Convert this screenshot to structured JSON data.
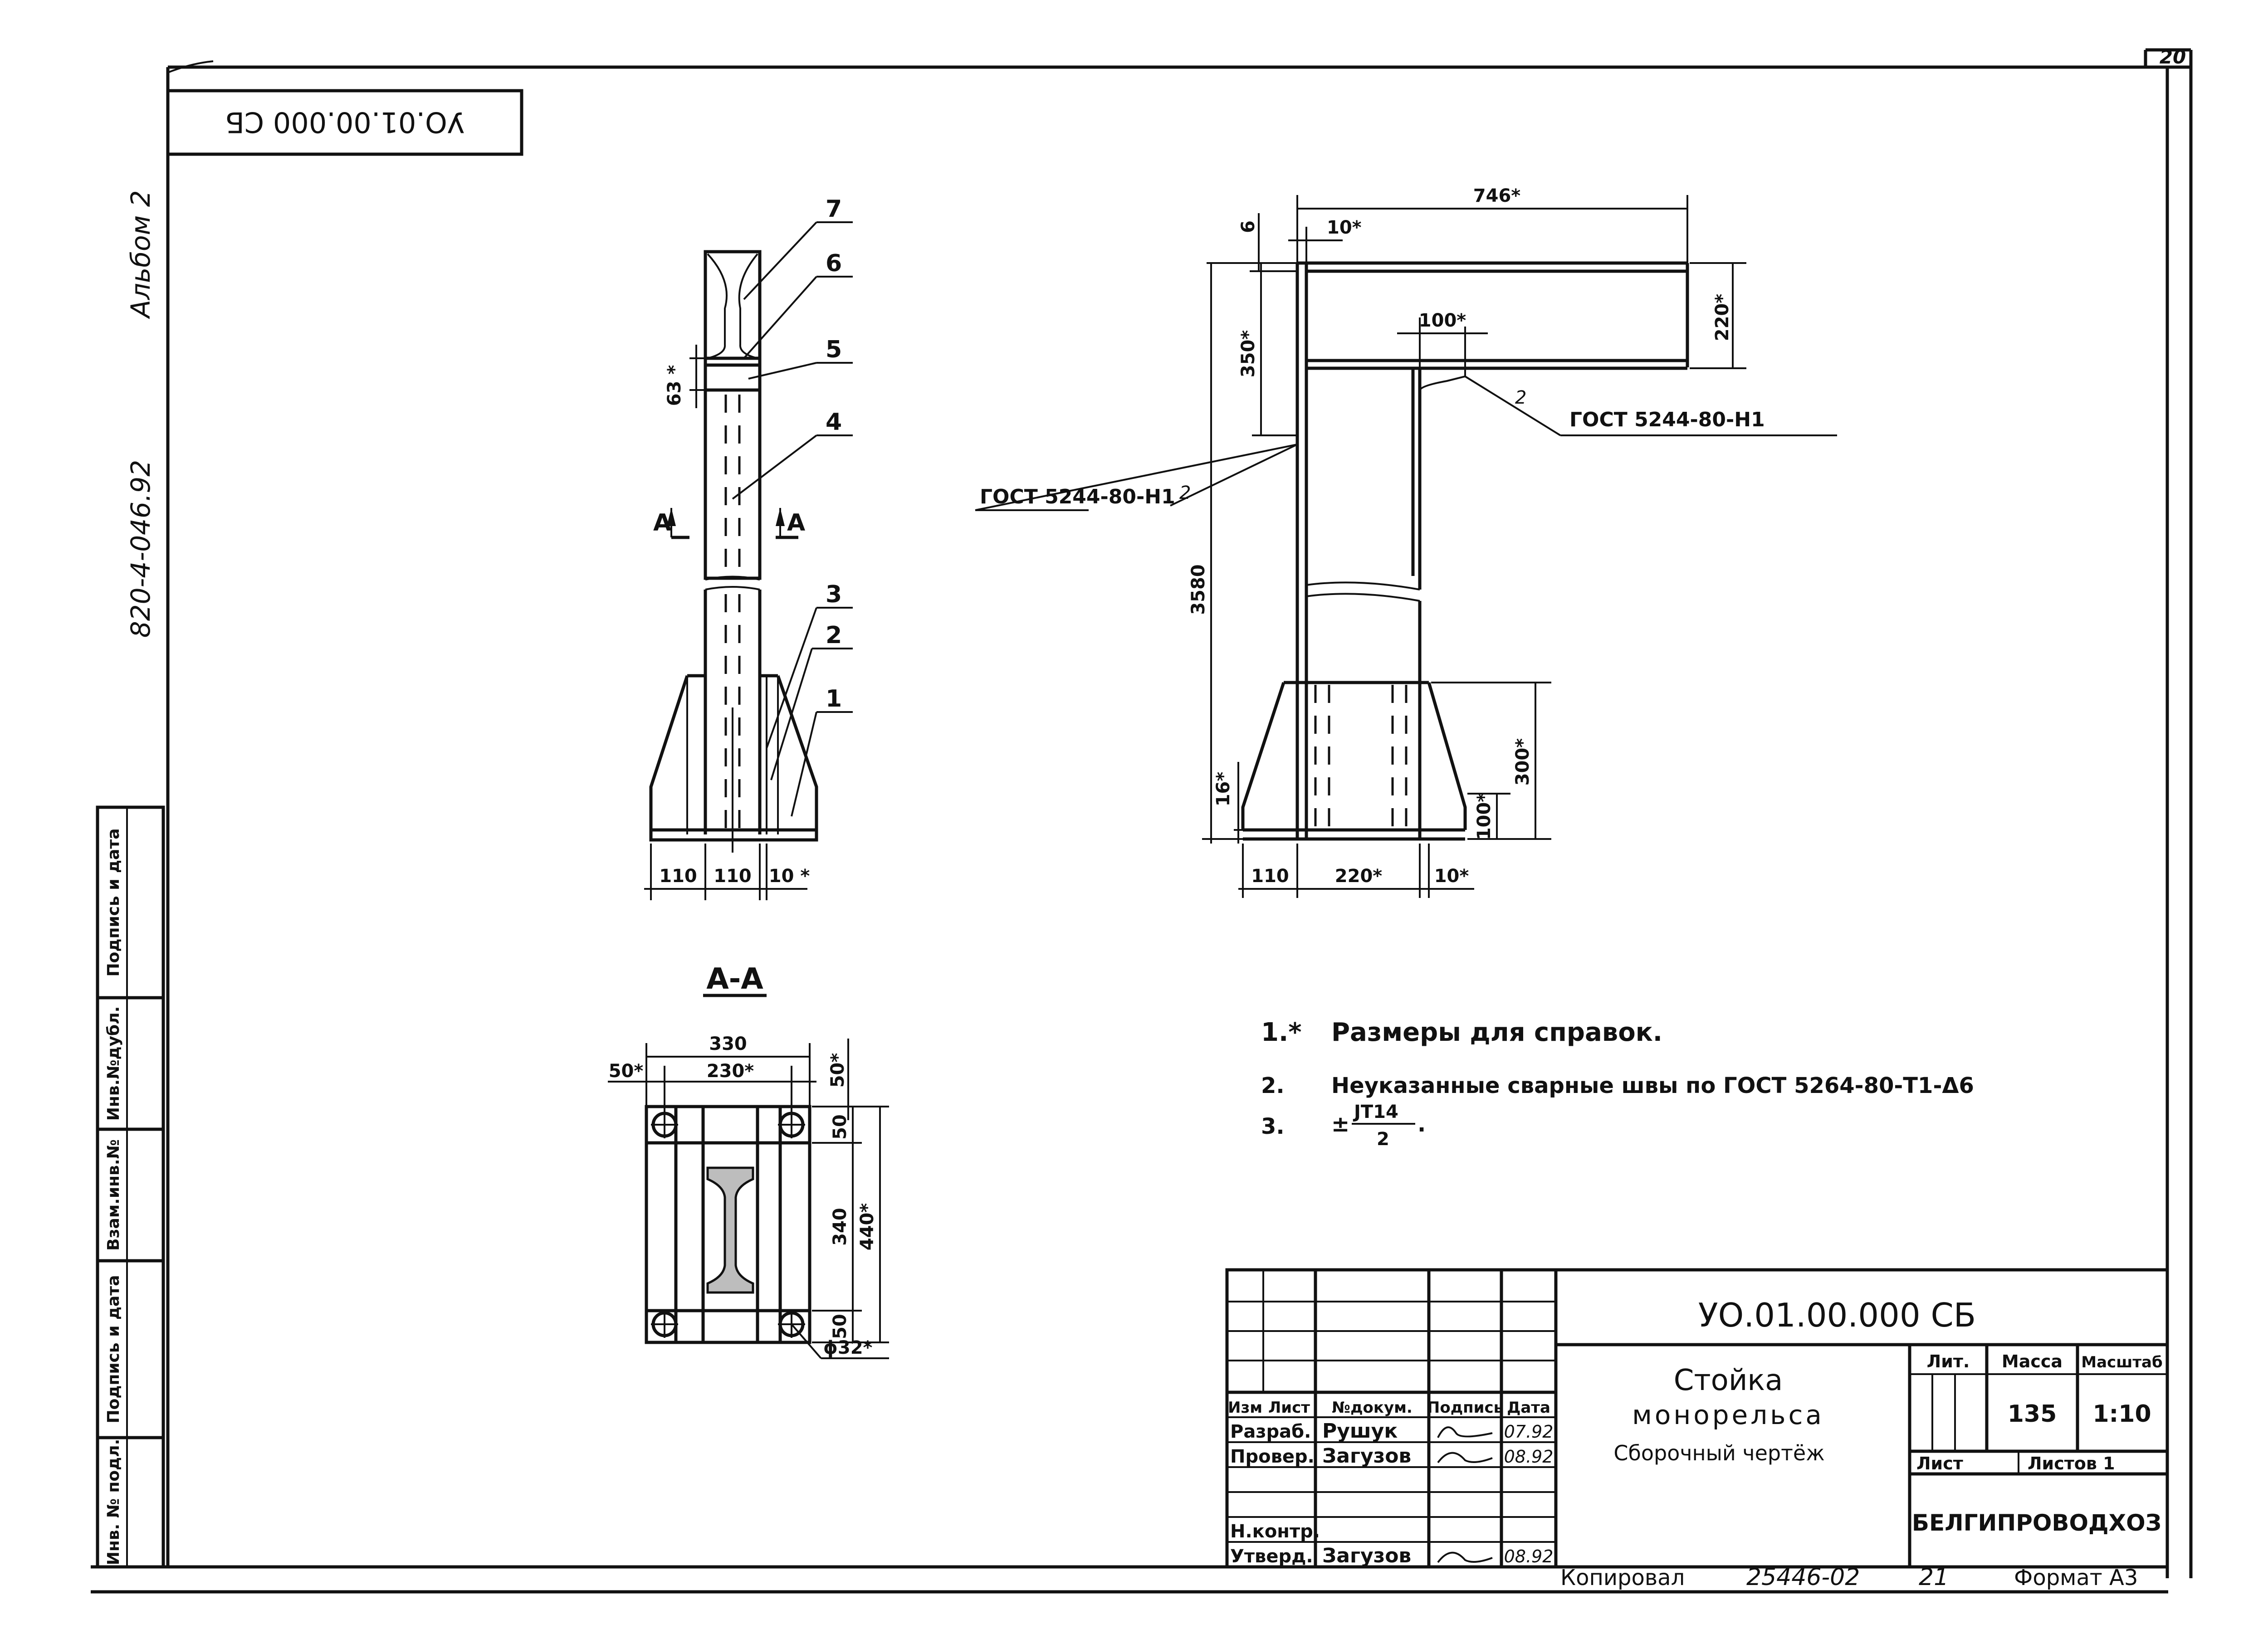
{
  "sheet": {
    "page_number": "20",
    "rotated_designation": "УО.01.00.000 СБ",
    "album": "Альбом 2",
    "series": "820-4-046.92",
    "side_stamp": [
      "Инв. № подл.",
      "Подпись и дата",
      "Взам.инв.№",
      "Инв.№дубл.",
      "Подпись и дата"
    ]
  },
  "views": {
    "front": {
      "positions": [
        "7",
        "6",
        "5",
        "4",
        "3",
        "2",
        "1"
      ],
      "dims": {
        "d63": "63 *",
        "d110a": "110",
        "d110b": "110",
        "d10": "10 *"
      },
      "section_mark": "А"
    },
    "section": {
      "title": "А-А",
      "dims": {
        "d330": "330",
        "d230": "230*",
        "d50l": "50*",
        "d50r": "50*",
        "d50a": "50",
        "d50b": "50",
        "d340": "340",
        "d440": "440*",
        "phi": "ϕ32*"
      }
    },
    "side": {
      "dims": {
        "d746": "746*",
        "d6": "6",
        "d10a": "10*",
        "d220v": "220*",
        "d100h": "100*",
        "d350": "350*",
        "d3580": "3580",
        "d16": "16*",
        "d100v": "100*",
        "d300": "300*",
        "d110": "110",
        "d220h": "220*",
        "d10b": "10*"
      },
      "weld_left": {
        "std": "ГОСТ 5244-80-Н1",
        "num": "2"
      },
      "weld_right": {
        "std": "ГОСТ 5244-80-Н1",
        "num": "2"
      }
    }
  },
  "notes": [
    {
      "num": "1.*",
      "text": "Размеры для справок."
    },
    {
      "num": "2.",
      "text": "Неуказанные сварные швы по ГОСТ 5264-80-Т1-Δ6"
    },
    {
      "num": "3.",
      "prefix": "±",
      "numerator": "JT14",
      "denominator": "2",
      "suffix": "."
    }
  ],
  "title_block": {
    "designation": "УО.01.00.000 СБ",
    "title_line1": "Стойка",
    "title_line2": "монорельса",
    "title_line3": "Сборочный чертёж",
    "col_headers": [
      "Изм",
      "Лист",
      "№докум.",
      "Подпись",
      "Дата"
    ],
    "rows": [
      {
        "role": "Разраб.",
        "name": "Рушук",
        "date": "07.92"
      },
      {
        "role": "Провер.",
        "name": "Загузов",
        "date": "08.92"
      },
      {
        "role": "Н.контр.",
        "name": "",
        "date": ""
      },
      {
        "role": "Утверд.",
        "name": "Загузов",
        "date": "08.92"
      }
    ],
    "lit_label": "Лит.",
    "mass_label": "Масса",
    "scale_label": "Масштаб",
    "mass": "135",
    "scale": "1:10",
    "sheet_label": "Лист",
    "sheets_label": "Листов 1",
    "organization": "БЕЛГИПРОВОДХОЗ"
  },
  "footer": {
    "copied": "Копировал",
    "number": "25446-02",
    "sheet": "21",
    "format": "Формат А3"
  }
}
